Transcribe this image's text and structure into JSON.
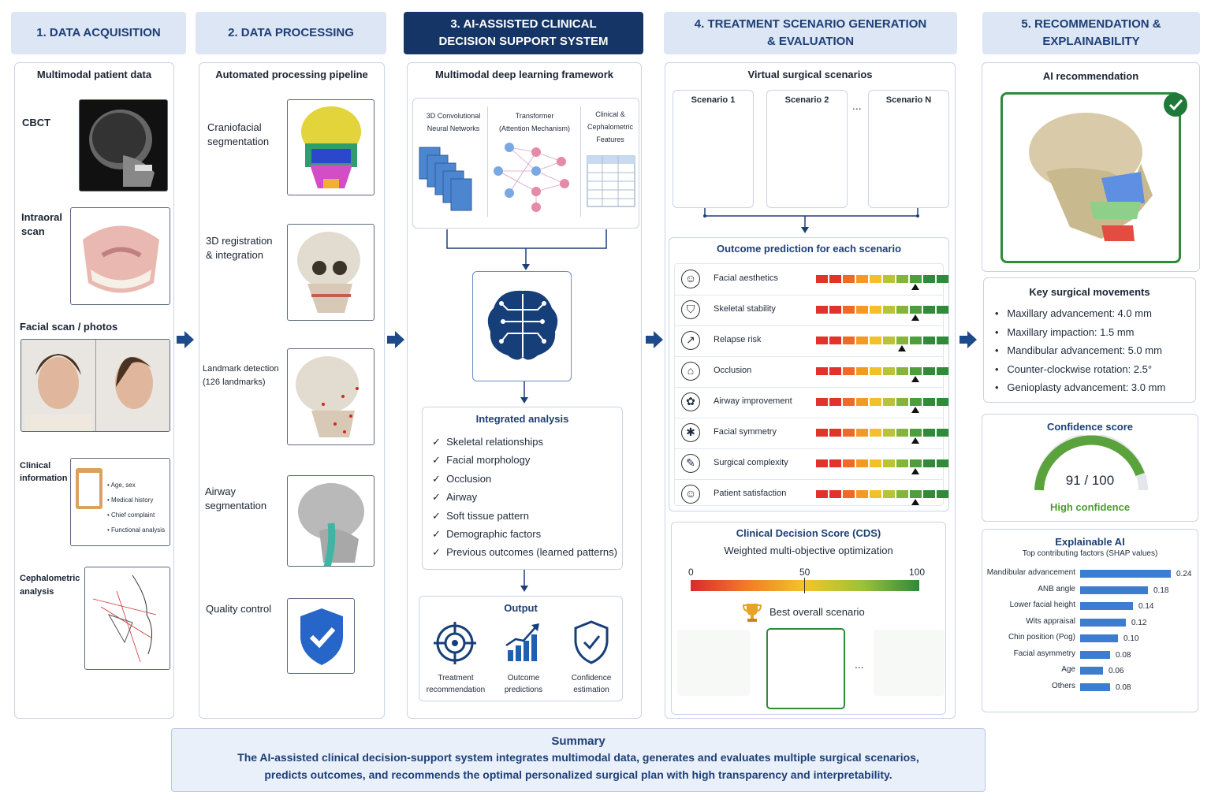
{
  "headers": {
    "h1": "1. DATA ACQUISITION",
    "h2": "2. DATA PROCESSING",
    "h3_l1": "3. AI-ASSISTED CLINICAL",
    "h3_l2": "DECISION SUPPORT SYSTEM",
    "h4_l1": "4. TREATMENT SCENARIO GENERATION",
    "h4_l2": "& EVALUATION",
    "h5_l1": "5. RECOMMENDATION &",
    "h5_l2": "EXPLAINABILITY"
  },
  "acquisition": {
    "title": "Multimodal patient data",
    "cbct": "CBCT",
    "intraoral_l1": "Intraoral",
    "intraoral_l2": "scan",
    "facial": "Facial scan / photos",
    "clinical_l1": "Clinical",
    "clinical_l2": "information",
    "clinical_items": [
      "Age, sex",
      "Medical history",
      "Chief complaint",
      "Functional analysis"
    ],
    "ceph_l1": "Cephalometric",
    "ceph_l2": "analysis"
  },
  "processing": {
    "title": "Automated processing pipeline",
    "seg_l1": "Craniofacial",
    "seg_l2": "segmentation",
    "reg_l1": "3D registration",
    "reg_l2": "& integration",
    "land_l1": "Landmark detection",
    "land_l2": "(126 landmarks)",
    "air_l1": "Airway",
    "air_l2": "segmentation",
    "qc": "Quality control"
  },
  "ai": {
    "title": "Multimodal deep learning framework",
    "cnn_l1": "3D Convolutional",
    "cnn_l2": "Neural Networks",
    "tr_l1": "Transformer",
    "tr_l2": "(Attention Mechanism)",
    "cl_l1": "Clinical &",
    "cl_l2": "Cephalometric",
    "cl_l3": "Features",
    "integrated_title": "Integrated analysis",
    "integrated_items": [
      "Skeletal relationships",
      "Facial morphology",
      "Occlusion",
      "Airway",
      "Soft tissue pattern",
      "Demographic factors",
      "Previous outcomes (learned patterns)"
    ],
    "output_title": "Output",
    "out1_l1": "Treatment",
    "out1_l2": "recommendation",
    "out2_l1": "Outcome",
    "out2_l2": "predictions",
    "out3_l1": "Confidence",
    "out3_l2": "estimation"
  },
  "scenarios": {
    "title": "Virtual surgical scenarios",
    "s1": "Scenario 1",
    "s2": "Scenario 2",
    "ellipsis": "...",
    "sn": "Scenario N",
    "outcome_title": "Outcome prediction for each scenario",
    "outcomes": [
      "Facial aesthetics",
      "Skeletal stability",
      "Relapse risk",
      "Occlusion",
      "Airway improvement",
      "Facial symmetry",
      "Surgical complexity",
      "Patient satisfaction"
    ],
    "cds_title": "Clinical Decision Score (CDS)",
    "cds_sub": "Weighted multi-objective optimization",
    "cds_min": "0",
    "cds_mid": "50",
    "cds_max": "100",
    "best": "Best overall scenario"
  },
  "recommendation": {
    "title": "AI recommendation",
    "moves_title": "Key surgical movements",
    "moves": [
      "Maxillary advancement:  4.0 mm",
      "Maxillary impaction:  1.5 mm",
      "Mandibular advancement:  5.0 mm",
      "Counter-clockwise rotation:  2.5°",
      "Genioplasty advancement:  3.0 mm"
    ],
    "conf_title": "Confidence score",
    "conf_value": "91 / 100",
    "conf_label": "High confidence",
    "xai_title": "Explainable AI",
    "xai_sub": "Top contributing factors (SHAP values)",
    "shap": [
      {
        "name": "Mandibular advancement",
        "value": "0.24"
      },
      {
        "name": "ANB angle",
        "value": "0.18"
      },
      {
        "name": "Lower facial height",
        "value": "0.14"
      },
      {
        "name": "Wits appraisal",
        "value": "0.12"
      },
      {
        "name": "Chin position (Pog)",
        "value": "0.10"
      },
      {
        "name": "Facial asymmetry",
        "value": "0.08"
      },
      {
        "name": "Age",
        "value": "0.06"
      },
      {
        "name": "Others",
        "value": "0.08"
      }
    ]
  },
  "summary": {
    "title": "Summary",
    "l1": "The AI-assisted clinical decision-support system integrates multimodal data, generates and evaluates multiple surgical scenarios,",
    "l2": "predicts outcomes, and recommends the optimal personalized surgical plan with high transparency and interpretability."
  },
  "colors": {
    "navy": "#143566",
    "header_bg": "#dde6f4",
    "green": "#2f8a3a",
    "bar": "#3d7cd0"
  }
}
